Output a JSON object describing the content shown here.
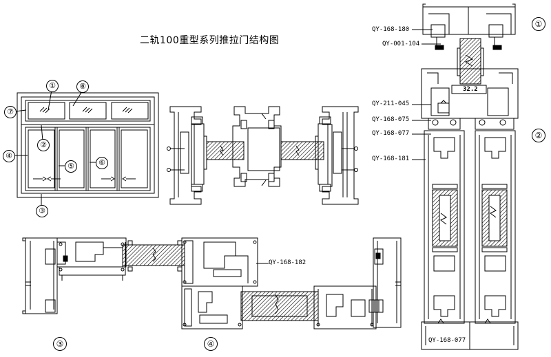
{
  "title": "二轨100重型系列推拉门结构图",
  "codes": {
    "qy168180": "QY-168-180",
    "qy001104": "QY-001-104",
    "qy211045": "QY-211-045",
    "qy168075": "QY-168-075",
    "qy168077a": "QY-168-077",
    "qy168181": "QY-168-181",
    "qy168182": "QY-168-182",
    "qy168077b": "QY-168-077"
  },
  "dimension": "32.2",
  "callouts": {
    "c1": "①",
    "c2": "②",
    "c3": "③",
    "c4": "④",
    "c5": "⑤",
    "c6": "⑥",
    "c7": "⑦",
    "c8": "⑧"
  },
  "sections": {
    "s1": "①",
    "s2": "②",
    "s3": "③",
    "s4": "④"
  }
}
